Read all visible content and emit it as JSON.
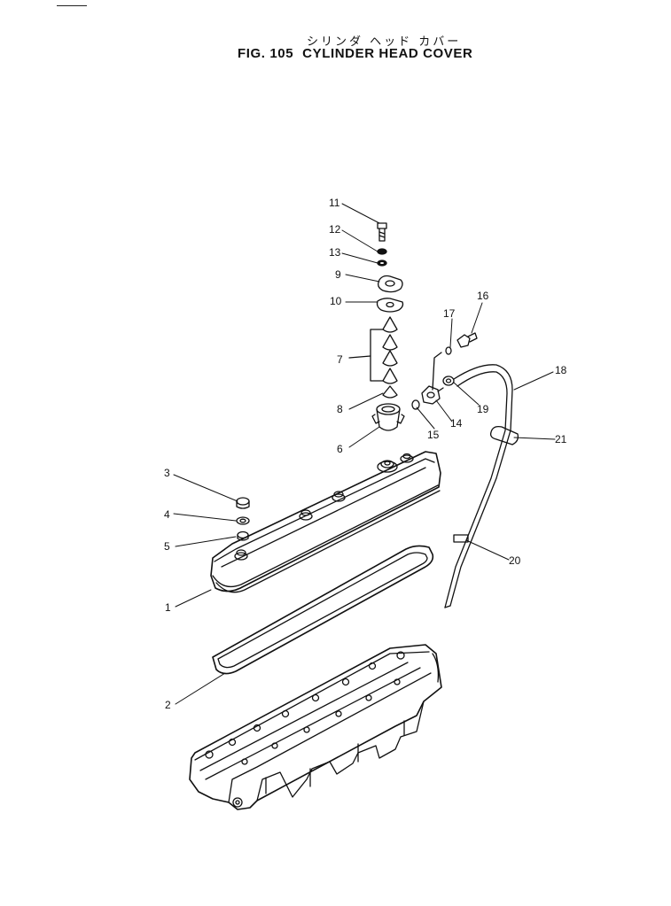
{
  "header": {
    "title_jp": "シリンダ ヘッド カバー",
    "fig_number": "FIG. 105",
    "title_en": "CYLINDER HEAD COVER"
  },
  "callouts": [
    {
      "id": "callout-1",
      "label": "1"
    },
    {
      "id": "callout-2",
      "label": "2"
    },
    {
      "id": "callout-3",
      "label": "3"
    },
    {
      "id": "callout-4",
      "label": "4"
    },
    {
      "id": "callout-5",
      "label": "5"
    },
    {
      "id": "callout-6",
      "label": "6"
    },
    {
      "id": "callout-7",
      "label": "7"
    },
    {
      "id": "callout-8",
      "label": "8"
    },
    {
      "id": "callout-9",
      "label": "9"
    },
    {
      "id": "callout-10",
      "label": "10"
    },
    {
      "id": "callout-11",
      "label": "11"
    },
    {
      "id": "callout-12",
      "label": "12"
    },
    {
      "id": "callout-13",
      "label": "13"
    },
    {
      "id": "callout-14",
      "label": "14"
    },
    {
      "id": "callout-15",
      "label": "15"
    },
    {
      "id": "callout-16",
      "label": "16"
    },
    {
      "id": "callout-17",
      "label": "17"
    },
    {
      "id": "callout-18",
      "label": "18"
    },
    {
      "id": "callout-19",
      "label": "19"
    },
    {
      "id": "callout-20",
      "label": "20"
    },
    {
      "id": "callout-21",
      "label": "21"
    }
  ]
}
